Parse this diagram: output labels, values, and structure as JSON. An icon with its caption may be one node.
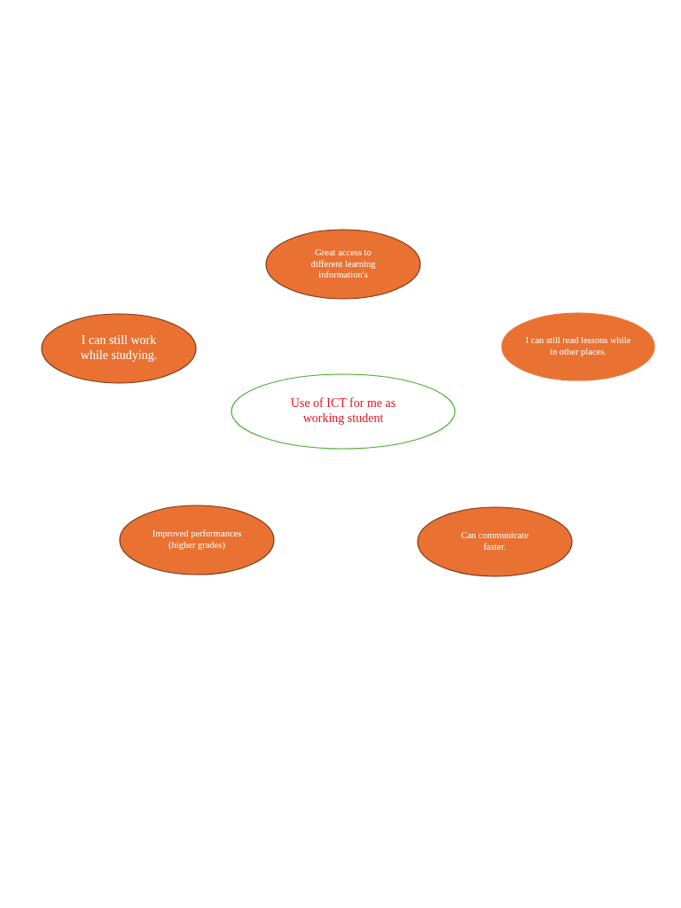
{
  "diagram": {
    "nodes": [
      {
        "text": [
          "Great access to different learning information's"
        ]
      },
      {
        "text": [
          "I can still work while studying."
        ]
      },
      {
        "text": [
          "I can still read lessons while in other places."
        ]
      },
      {
        "text": [
          "Use of ICT for me as working student"
        ]
      },
      {
        "text": [
          "Improved performances (higher grades)"
        ]
      },
      {
        "text": [
          "Can communicate faster."
        ]
      }
    ]
  }
}
